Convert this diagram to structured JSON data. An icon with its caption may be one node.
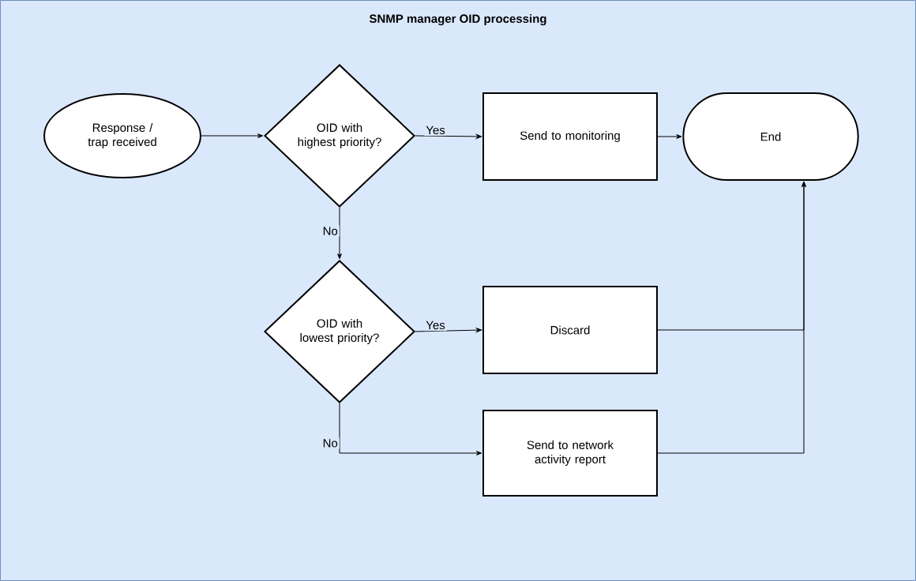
{
  "diagram": {
    "title": "SNMP manager OID processing",
    "nodes": [
      {
        "text": [
          "Response / trap received"
        ]
      },
      {
        "text": [
          "OID with highest priority?"
        ]
      },
      {
        "text": [
          "Send to monitoring"
        ]
      },
      {
        "text": [
          "End"
        ]
      },
      {
        "text": [
          "OID with lowest priority?"
        ]
      },
      {
        "text": [
          "Discard"
        ]
      },
      {
        "text": [
          "Send to network activity report"
        ]
      }
    ],
    "edges": [
      {
        "from": 0,
        "to": 1,
        "arrow": "to"
      },
      {
        "from": 1,
        "to": 2,
        "arrow": "to",
        "label": "Yes"
      },
      {
        "from": 2,
        "to": 3,
        "arrow": "to"
      },
      {
        "from": 1,
        "to": 4,
        "arrow": "to",
        "label": "No"
      },
      {
        "from": 4,
        "to": 5,
        "arrow": "to",
        "label": "Yes"
      },
      {
        "from": 4,
        "to": 6,
        "arrow": "to",
        "label": "No"
      },
      {
        "from": 5,
        "to": 3,
        "arrow": "to"
      },
      {
        "from": 6,
        "to": 3,
        "arrow": "to"
      }
    ]
  }
}
